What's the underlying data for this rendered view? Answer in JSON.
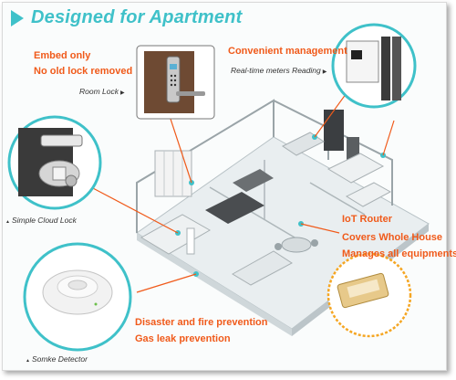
{
  "title": "Designed for Apartment",
  "labels": {
    "embed_only": "Embed only",
    "no_old_lock": "No old lock removed",
    "room_lock": "Room Lock",
    "convenient_mgmt": "Convenient management",
    "realtime_meters": "Real-time meters Reading",
    "simple_cloud_lock": "Simple Cloud Lock",
    "iot_router": "IoT Router",
    "covers_house": "Covers Whole House",
    "manages_equip": "Manages all equipments",
    "disaster_fire": "Disaster and fire prevention",
    "gas_leak": "Gas leak prevention",
    "smoke_detector": "Somke Detector"
  },
  "colors": {
    "accent": "#3fc1c9",
    "highlight": "#f05a1a",
    "device_ring": "#3fc1c9"
  }
}
